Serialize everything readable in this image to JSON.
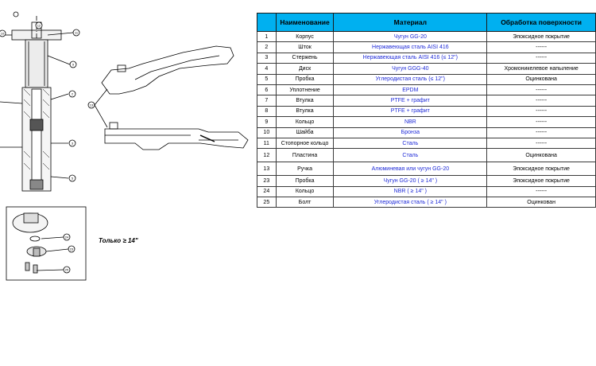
{
  "table": {
    "headers": [
      "",
      "Наименование",
      "Материал",
      "Обработка поверхности"
    ],
    "rows": [
      {
        "n": "1",
        "name": "Корпус",
        "material": "Чугун GG-20",
        "finish": "Эпоксидное покрытие"
      },
      {
        "n": "2",
        "name": "Шток",
        "material": "Нержавеющая сталь AISI 416",
        "finish": "------"
      },
      {
        "n": "3",
        "name": "Стержень",
        "material": "Нержавеющая сталь AISI 416  (≤ 12\")",
        "finish": "------"
      },
      {
        "n": "4",
        "name": "Диск",
        "material": "Чугун GGG-40",
        "finish": "Хромоникелевое напыление"
      },
      {
        "n": "5",
        "name": "Пробка",
        "material": "Углеродистая сталь  (≤ 12\")",
        "finish": "Оцинкована"
      },
      {
        "n": "6",
        "name": "Уплотнение",
        "material": "EPDM",
        "finish": "------"
      },
      {
        "n": "7",
        "name": "Втулка",
        "material": "PTFE + графит",
        "finish": "------"
      },
      {
        "n": "8",
        "name": "Втулка",
        "material": "PTFE + графит",
        "finish": "------"
      },
      {
        "n": "9",
        "name": "Кольцо",
        "material": "NBR",
        "finish": "------"
      },
      {
        "n": "10",
        "name": "Шайба",
        "material": "Бронза",
        "finish": "------"
      },
      {
        "n": "11",
        "name": "Стопорное кольцо",
        "material": "Сталь",
        "finish": "------"
      },
      {
        "n": "12",
        "name": "Пластина",
        "material": "Сталь",
        "finish": "Оцинкована"
      },
      {
        "n": "13",
        "name": "Ручка",
        "material": "Алюминевая или чугун GG-20",
        "finish": "Эпоксидное покрытие"
      },
      {
        "n": "23",
        "name": "Пробка",
        "material": "Чугун GG-20   ( ≥ 14\" )",
        "finish": "Эпоксидное покрытие"
      },
      {
        "n": "24",
        "name": "Кольцо",
        "material": "NBR ( ≥ 14\" )",
        "finish": "------"
      },
      {
        "n": "25",
        "name": "Болт",
        "material": "Углеродистая сталь ( ≥ 14\" )",
        "finish": "Оцинкован"
      }
    ]
  },
  "drawing": {
    "callouts": [
      "10",
      "12",
      "11",
      "9",
      "2",
      "3",
      "5",
      "13",
      "24",
      "23",
      "25"
    ],
    "note": "Только  ≥ 14\""
  }
}
